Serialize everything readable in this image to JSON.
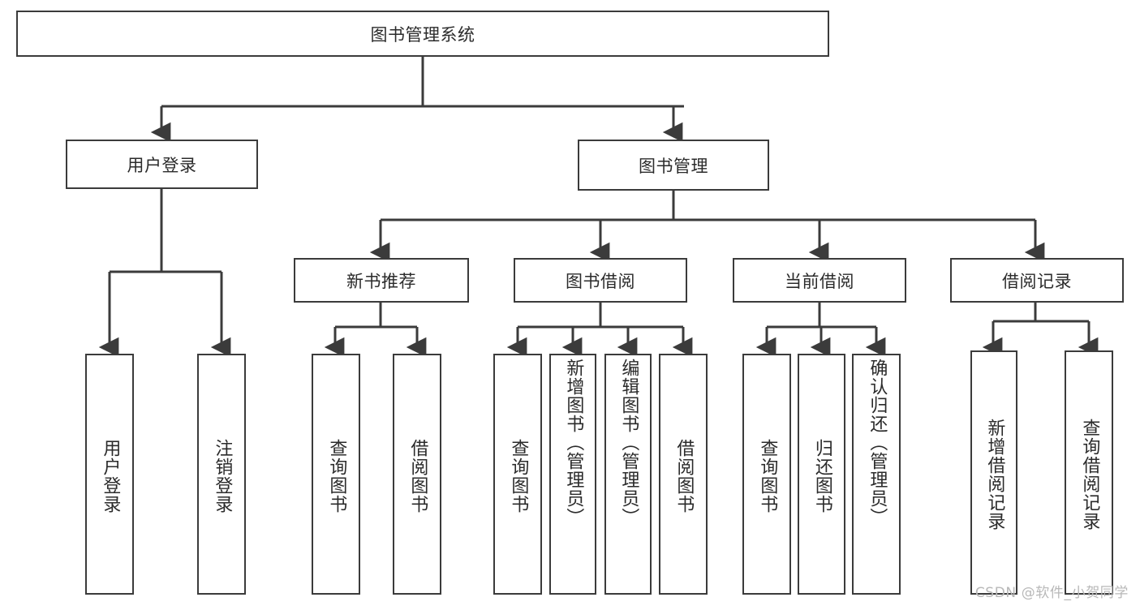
{
  "diagram": {
    "title": "图书管理系统",
    "type": "tree-hierarchy",
    "watermark": "CSDN @软件_小贺同学",
    "colors": {
      "box_border": "#3b3b3b",
      "box_fill": "#ffffff",
      "edge": "#3b3b3b",
      "text": "#2b2b2b",
      "watermark": "#b8b8b8",
      "background": "#ffffff"
    },
    "root": {
      "id": "root",
      "label": "图书管理系统",
      "level": 0
    },
    "level1": [
      {
        "id": "user-login",
        "label": "用户登录"
      },
      {
        "id": "book-manage",
        "label": "图书管理"
      }
    ],
    "level2": [
      {
        "id": "new-book-rec",
        "label": "新书推荐",
        "parent": "book-manage"
      },
      {
        "id": "book-borrow",
        "label": "图书借阅",
        "parent": "book-manage"
      },
      {
        "id": "current-borrow",
        "label": "当前借阅",
        "parent": "book-manage"
      },
      {
        "id": "borrow-record",
        "label": "借阅记录",
        "parent": "book-manage"
      }
    ],
    "leaves": {
      "user-login": [
        {
          "id": "leaf-user-login",
          "label": "用户登录"
        },
        {
          "id": "leaf-user-logout",
          "label": "注销登录"
        }
      ],
      "new-book-rec": [
        {
          "id": "leaf-query-book-1",
          "label": "查询图书"
        },
        {
          "id": "leaf-borrow-book-1",
          "label": "借阅图书"
        }
      ],
      "book-borrow": [
        {
          "id": "leaf-query-book-2",
          "label": "查询图书"
        },
        {
          "id": "leaf-add-book",
          "label": "新增图书（管理员）"
        },
        {
          "id": "leaf-edit-book",
          "label": "编辑图书（管理员）"
        },
        {
          "id": "leaf-borrow-book-2",
          "label": "借阅图书"
        }
      ],
      "current-borrow": [
        {
          "id": "leaf-query-book-3",
          "label": "查询图书"
        },
        {
          "id": "leaf-return-book",
          "label": "归还图书"
        },
        {
          "id": "leaf-confirm-return",
          "label": "确认归还（管理员）"
        }
      ],
      "borrow-record": [
        {
          "id": "leaf-add-record",
          "label": "新增借阅记录"
        },
        {
          "id": "leaf-query-record",
          "label": "查询借阅记录"
        }
      ]
    }
  }
}
